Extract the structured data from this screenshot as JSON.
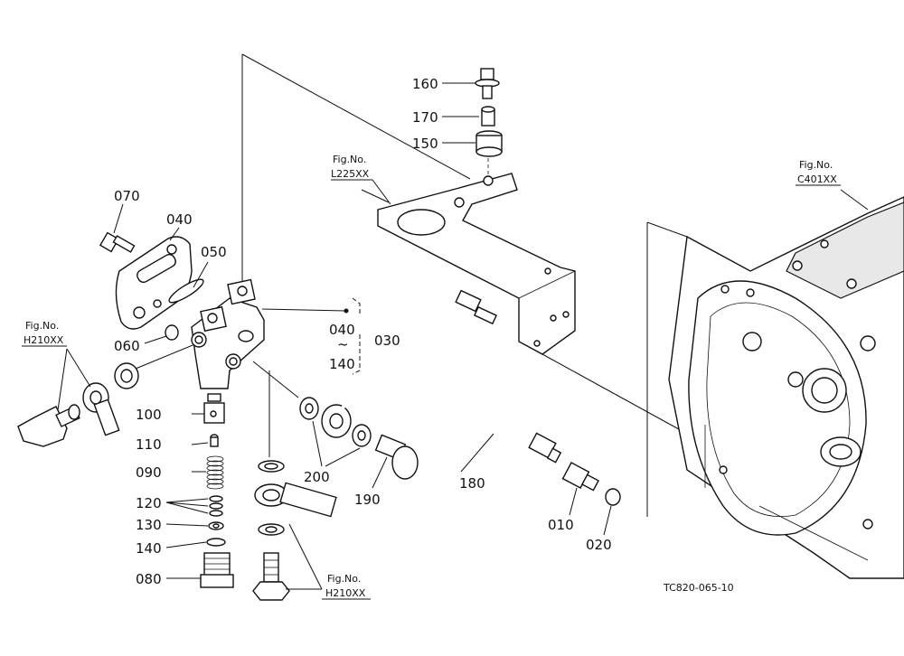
{
  "callouts": {
    "p160": "160",
    "p170": "170",
    "p150": "150",
    "p070": "070",
    "p040": "040",
    "p050": "050",
    "p060": "060",
    "p100": "100",
    "p110": "110",
    "p090": "090",
    "p120": "120",
    "p130": "130",
    "p140": "140",
    "p080": "080",
    "p200": "200",
    "p190": "190",
    "p180": "180",
    "p010": "010",
    "p020": "020",
    "p030": "030",
    "range_from": "040",
    "range_tilde": "~",
    "range_to": "140"
  },
  "figure_refs": {
    "fig_l225": {
      "line1": "Fig.No.",
      "line2": "L225XX"
    },
    "fig_c401": {
      "line1": "Fig.No.",
      "line2": "C401XX"
    },
    "fig_h210_left": {
      "line1": "Fig.No.",
      "line2": "H210XX"
    },
    "fig_h210_bottom": {
      "line1": "Fig.No.",
      "line2": "H210XX"
    }
  },
  "drawing_code": "TC820-065-10"
}
